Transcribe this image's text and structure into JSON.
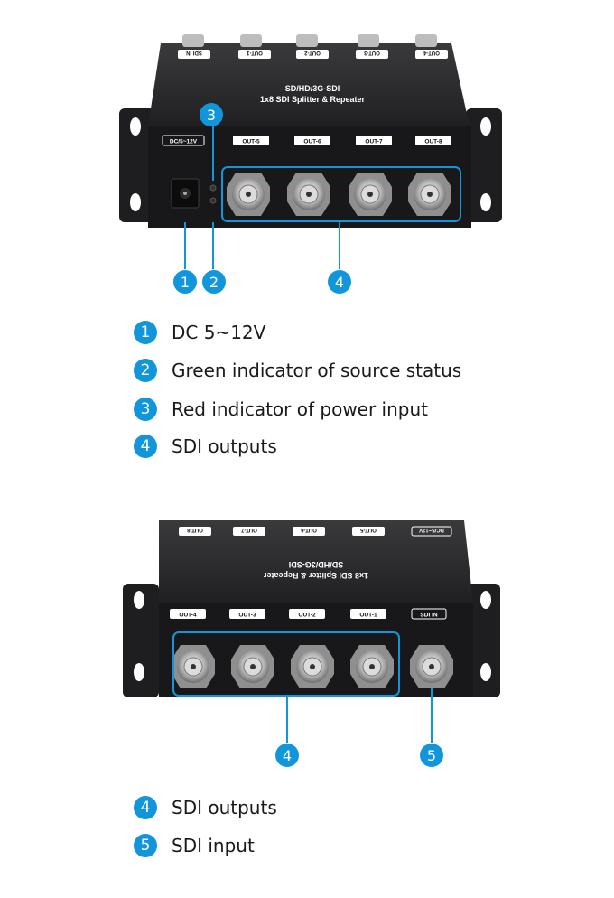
{
  "device_top": {
    "title_line1": "SD/HD/3G-SDI",
    "title_line2": "1x8 SDI Splitter & Repeater",
    "rear_labels": [
      "SDI IN",
      "OUT-1",
      "OUT-2",
      "OUT-3",
      "OUT-4"
    ],
    "front_labels": [
      "OUT-5",
      "OUT-6",
      "OUT-7",
      "OUT-8"
    ],
    "dc_label": "DC/5~12V",
    "callout_markers": [
      "1",
      "2",
      "3",
      "4"
    ]
  },
  "legend_top": [
    {
      "num": "1",
      "text": "DC 5~12V"
    },
    {
      "num": "2",
      "text": "Green indicator of source status"
    },
    {
      "num": "3",
      "text": "Red indicator of power input"
    },
    {
      "num": "4",
      "text": "SDI outputs"
    }
  ],
  "device_bottom": {
    "title_line1": "SD/HD/3G-SDI",
    "title_line2": "1x8 SDI Splitter & Repeater",
    "rear_labels": [
      "OUT-8",
      "OUT-7",
      "OUT-6",
      "OUT-5",
      "DC/5~12V"
    ],
    "front_labels": [
      "OUT-4",
      "OUT-3",
      "OUT-2",
      "OUT-1",
      "SDI IN"
    ],
    "callout_markers": [
      "4",
      "5"
    ]
  },
  "legend_bottom": [
    {
      "num": "4",
      "text": "SDI outputs"
    },
    {
      "num": "5",
      "text": "SDI input"
    }
  ],
  "colors": {
    "accent": "#1296db",
    "chassis": "#1b1b1d",
    "chassis_top": "#2a2a2c",
    "bracket": "#202022",
    "bnc_metal": "#c9c9c9"
  }
}
